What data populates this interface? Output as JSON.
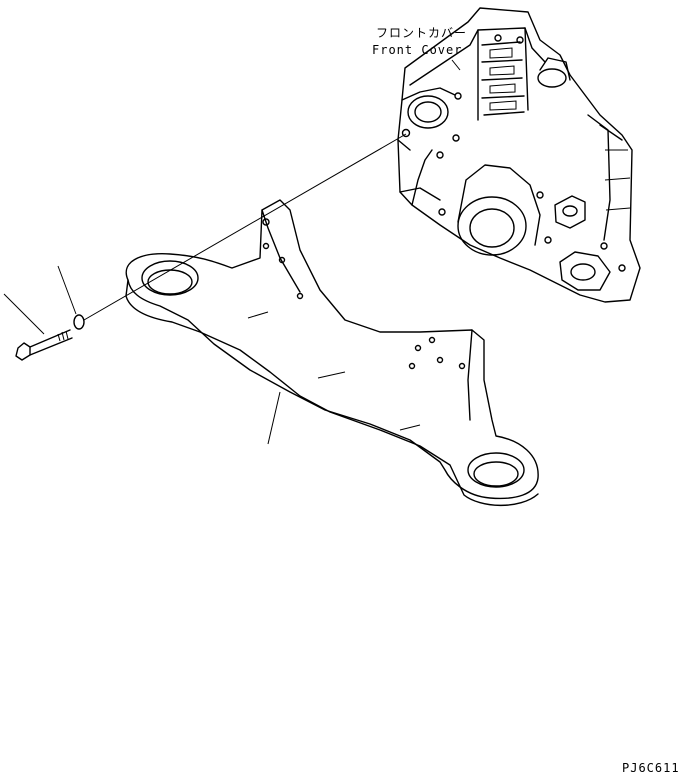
{
  "labels": {
    "front_cover_jp": "フロントカバー",
    "front_cover_en": "Front Cover",
    "drawing_code": "PJ6C611"
  },
  "callouts": [
    {
      "name": "bolt-callout",
      "target": "bolt"
    },
    {
      "name": "washer-callout",
      "target": "washer"
    },
    {
      "name": "bracket-callout",
      "target": "support-bracket"
    },
    {
      "name": "front-cover-callout",
      "target": "front-cover"
    }
  ]
}
